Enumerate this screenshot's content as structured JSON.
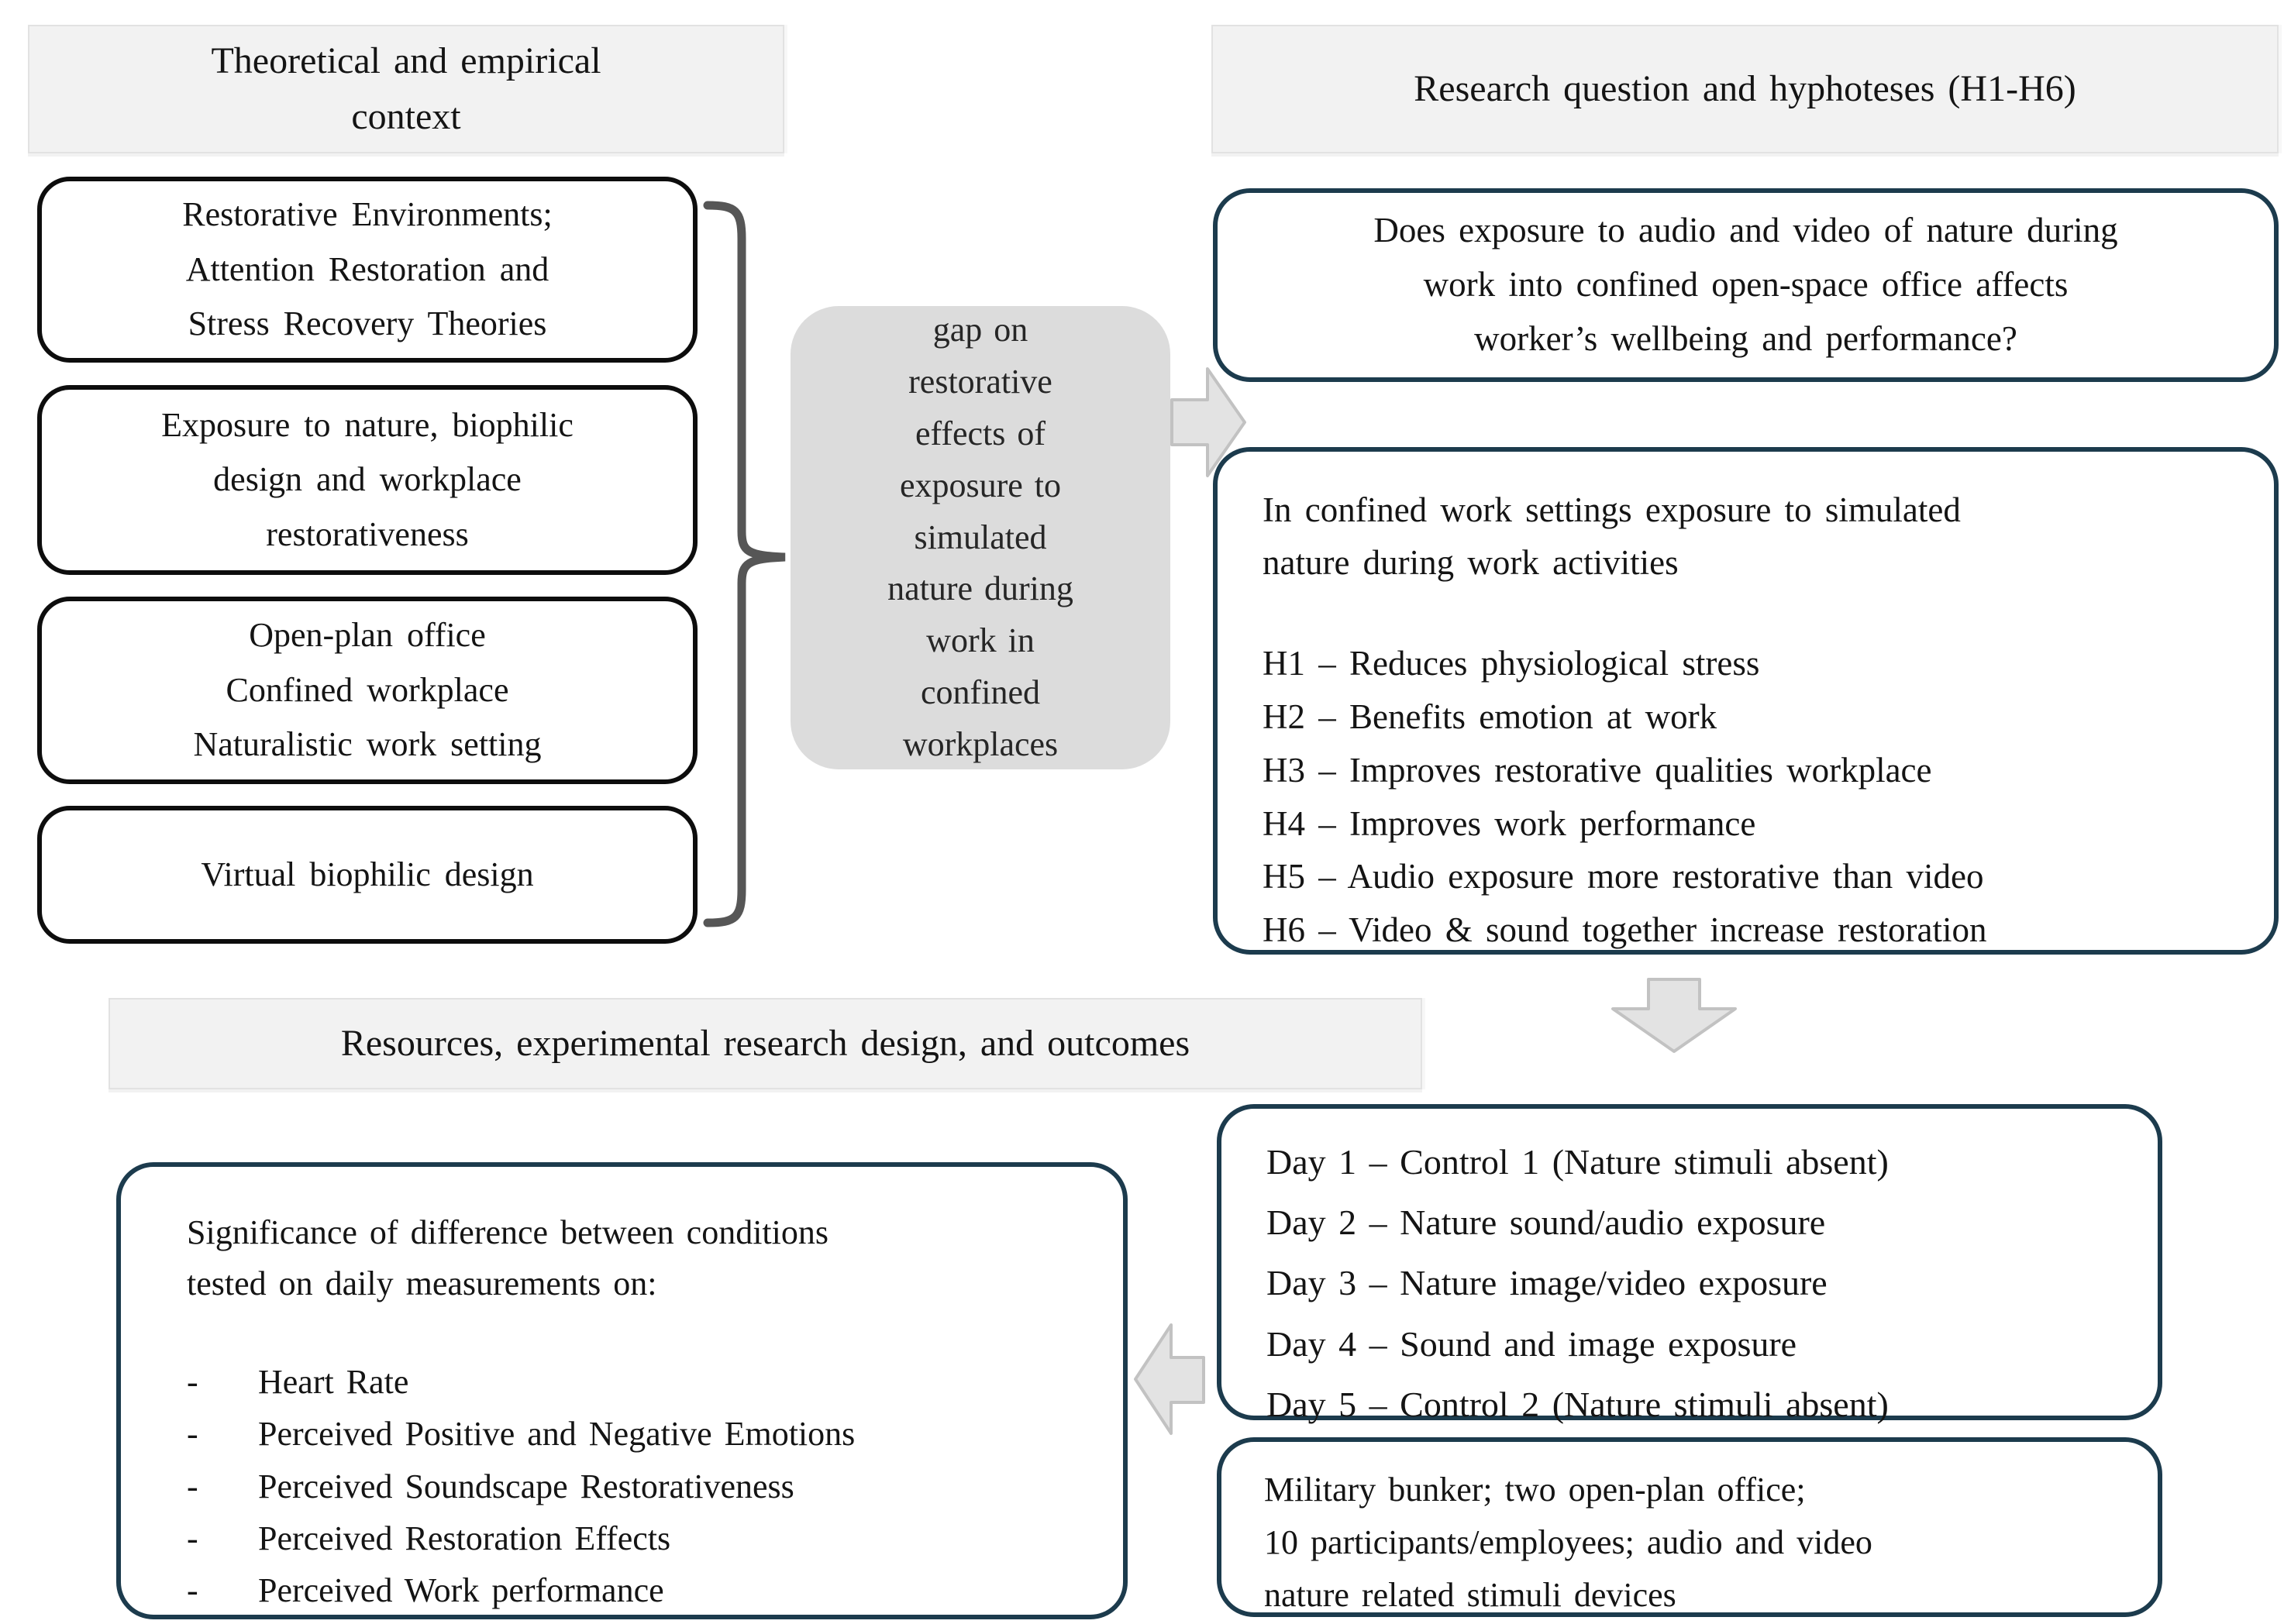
{
  "figure": {
    "background": "#ffffff"
  },
  "colors": {
    "header_bg": "#f2f2f2",
    "header_border": "#e2e2e2",
    "left_box_border": "#0d0d0d",
    "right_box_border": "#1c3b4d",
    "gap_box_bg": "#dcdcdc",
    "bracket": "#565656",
    "arrow_fill": "#e3e3e3",
    "arrow_border": "#c2c2c2",
    "text": "#1a1a1a"
  },
  "headers": {
    "theoretical": "Theoretical and empirical\ncontext",
    "research": "Research question and hyphoteses (H1-H6)",
    "resources": "Resources, experimental research design, and outcomes"
  },
  "theory_boxes": [
    "Restorative Environments;\nAttention Restoration and\nStress Recovery Theories",
    "Exposure to nature, biophilic\ndesign and workplace\nrestorativeness",
    "Open-plan office\nConfined workplace\nNaturalistic work setting",
    "Virtual biophilic design"
  ],
  "gap_box": "gap on\nrestorative\neffects of\nexposure to\nsimulated\nnature during\nwork in\nconfined\nworkplaces",
  "research_question": "Does exposure to audio and video of nature during\nwork into confined open-space office affects\nworker’s wellbeing and performance?",
  "hypotheses": {
    "intro": "In confined work settings exposure to simulated\nnature during work activities",
    "items": [
      "H1 – Reduces physiological stress",
      "H2 – Benefits emotion at work",
      "H3 – Improves restorative qualities workplace",
      "H4 – Improves work performance",
      "H5 – Audio exposure more restorative than video",
      "H6 – Video & sound together increase restoration"
    ]
  },
  "experiment_days": [
    "Day 1 – Control 1 (Nature stimuli absent)",
    "Day 2 – Nature sound/audio exposure",
    "Day 3 – Nature image/video exposure",
    "Day 4 – Sound and image exposure",
    "Day 5 – Control 2 (Nature stimuli absent)"
  ],
  "outcomes": {
    "intro": "Significance of difference between conditions\ntested on daily measurements on:",
    "bullet": "-",
    "items": [
      "Heart Rate",
      "Perceived Positive and Negative Emotions",
      "Perceived Soundscape Restorativeness",
      "Perceived Restoration Effects",
      "Perceived Work performance"
    ]
  },
  "setting": "Military bunker; two open-plan office;\n10 participants/employees;  audio and video\nnature related stimuli devices",
  "icons": {
    "brace": "curly-brace-right",
    "arrow_right": "block-arrow-right",
    "arrow_down": "block-arrow-down",
    "arrow_left": "block-arrow-left"
  }
}
